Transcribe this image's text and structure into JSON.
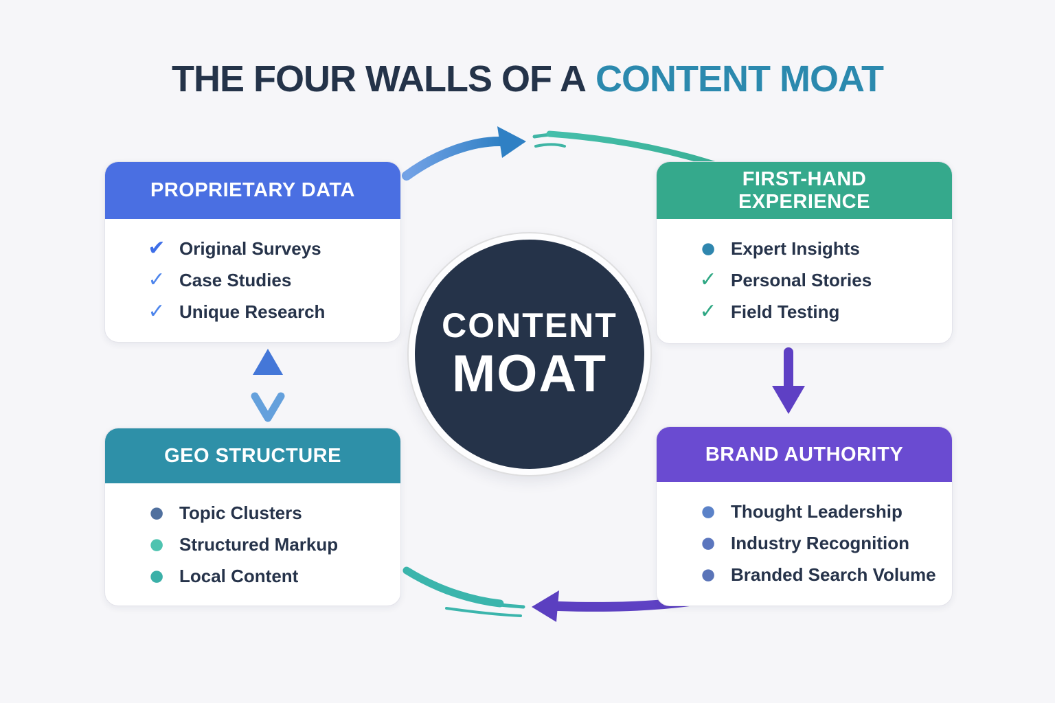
{
  "title": {
    "prefix": "THE FOUR WALLS OF A",
    "highlight": "CONTENT MOAT"
  },
  "center_circle": {
    "line1": "CONTENT",
    "line2": "MOAT"
  },
  "colors": {
    "background": "#F6F6F9",
    "title_dark": "#243349",
    "title_highlight": "#2B89AE",
    "circle_fill": "#253349",
    "arrow_blue": "#4E8BD6",
    "arrow_teal": "#3BB3A7",
    "arrow_purple": "#5E43C8",
    "item_text": "#26334A"
  },
  "boxes": [
    {
      "id": "proprietary-data",
      "header_color": "#4A6FE2",
      "title_lines": [
        "PROPRIETARY DATA"
      ],
      "items": [
        {
          "icon": "check-solid-icon",
          "glyph": "✔",
          "color": "#3D6EE8",
          "label": "Original Surveys"
        },
        {
          "icon": "check-icon",
          "glyph": "✓",
          "color": "#4D85EC",
          "label": "Case Studies"
        },
        {
          "icon": "check-icon",
          "glyph": "✓",
          "color": "#4D85EC",
          "label": "Unique Research"
        }
      ]
    },
    {
      "id": "first-hand-experience",
      "header_color": "#35A98C",
      "title_lines": [
        "FIRST-HAND",
        "EXPERIENCE"
      ],
      "items": [
        {
          "icon": "dot-icon",
          "glyph": "●",
          "color": "#2F86AE",
          "label": "Expert Insights"
        },
        {
          "icon": "check-icon",
          "glyph": "✓",
          "color": "#2EA783",
          "label": "Personal Stories"
        },
        {
          "icon": "check-icon",
          "glyph": "✓",
          "color": "#2EA783",
          "label": "Field Testing"
        }
      ]
    },
    {
      "id": "geo-structure",
      "header_color": "#2E90A8",
      "title_lines": [
        "GEO STRUCTURE"
      ],
      "items": [
        {
          "icon": "dot-icon",
          "glyph": "●",
          "color": "#50709E",
          "label": "Topic Clusters"
        },
        {
          "icon": "dot-icon",
          "glyph": "●",
          "color": "#4EC3B0",
          "label": "Structured Markup"
        },
        {
          "icon": "dot-icon",
          "glyph": "●",
          "color": "#3BB0A8",
          "label": "Local Content"
        }
      ]
    },
    {
      "id": "brand-authority",
      "header_color": "#6A4BD1",
      "title_lines": [
        "BRAND AUTHORITY"
      ],
      "items": [
        {
          "icon": "dot-icon",
          "glyph": "●",
          "color": "#5B82C8",
          "label": "Thought Leadership"
        },
        {
          "icon": "dot-icon",
          "glyph": "●",
          "color": "#5B76BE",
          "label": "Industry Recognition"
        },
        {
          "icon": "dot-icon",
          "glyph": "●",
          "color": "#5A74B8",
          "label": "Branded Search Volume"
        }
      ]
    }
  ]
}
